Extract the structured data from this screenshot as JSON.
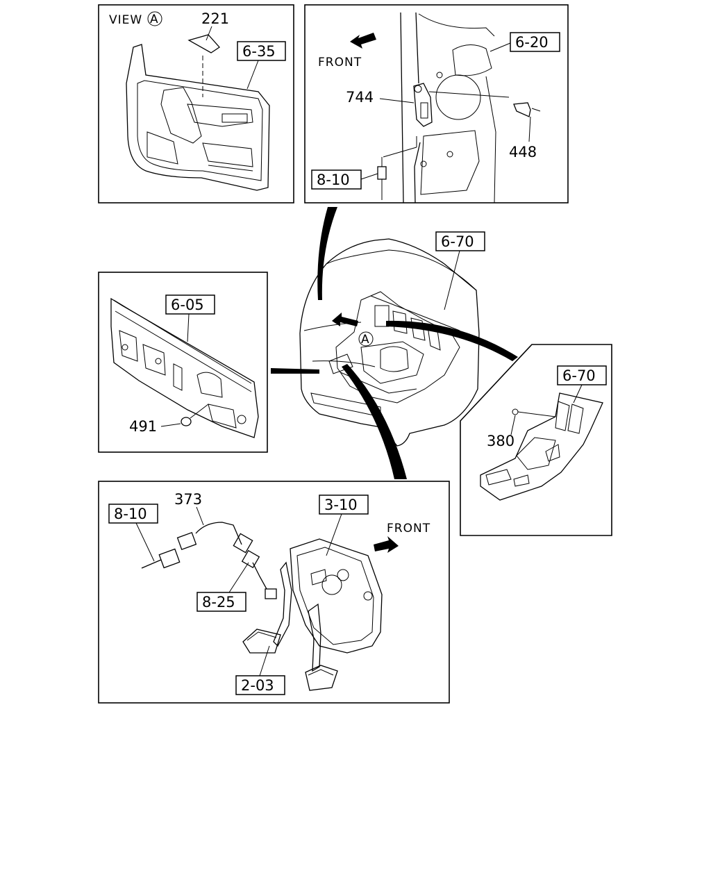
{
  "panel_view_a": {
    "view_text": "VIEW",
    "view_mark": "A",
    "part_221": "221",
    "ref_6_35": "6-35"
  },
  "panel_top_right": {
    "front_label": "FRONT",
    "ref_6_20": "6-20",
    "part_744": "744",
    "part_448": "448",
    "ref_8_10": "8-10"
  },
  "cab": {
    "ref_6_70": "6-70",
    "view_mark": "A"
  },
  "panel_left": {
    "ref_6_05": "6-05",
    "part_491": "491"
  },
  "panel_right": {
    "ref_6_70": "6-70",
    "part_380": "380"
  },
  "panel_bottom": {
    "ref_8_10": "8-10",
    "part_373": "373",
    "ref_3_10": "3-10",
    "front_label": "FRONT",
    "ref_8_25": "8-25",
    "ref_2_03": "2-03"
  }
}
